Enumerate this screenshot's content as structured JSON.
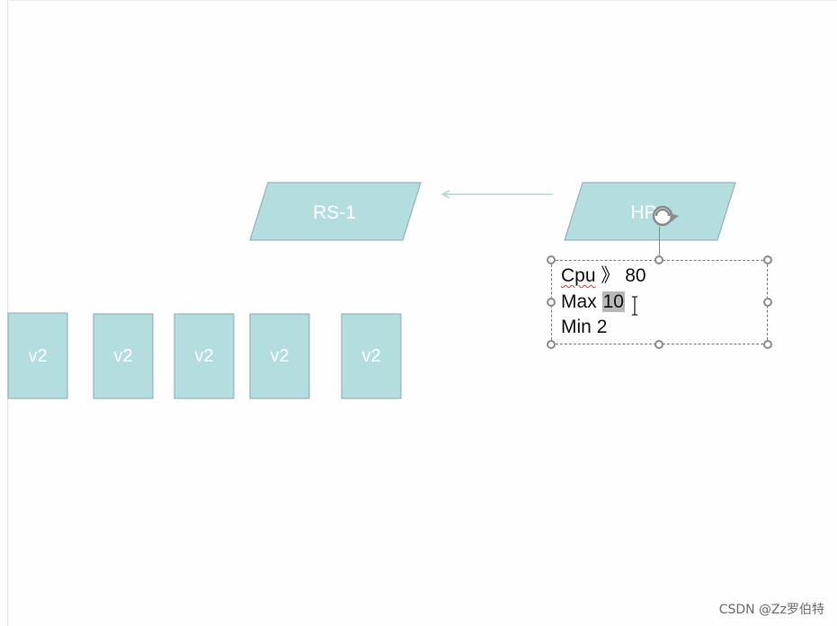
{
  "diagram": {
    "replicaset_label": "RS-1",
    "hpa_label": "HP",
    "pods": [
      {
        "label": "v2"
      },
      {
        "label": "v2"
      },
      {
        "label": "v2"
      },
      {
        "label": "v2"
      },
      {
        "label": "v2"
      }
    ]
  },
  "textbox": {
    "line1_key": "Cpu",
    "line1_op": "》",
    "line1_value": "80",
    "line2_key": "Max",
    "line2_value": "10",
    "line3_key": "Min",
    "line3_value": "2"
  },
  "watermark": "CSDN @Zz罗伯特",
  "colors": {
    "shape_fill": "#b4dde0",
    "shape_stroke": "#8aa8ac",
    "arrow": "#a9d3d6",
    "handle": "#8a8a8a"
  }
}
